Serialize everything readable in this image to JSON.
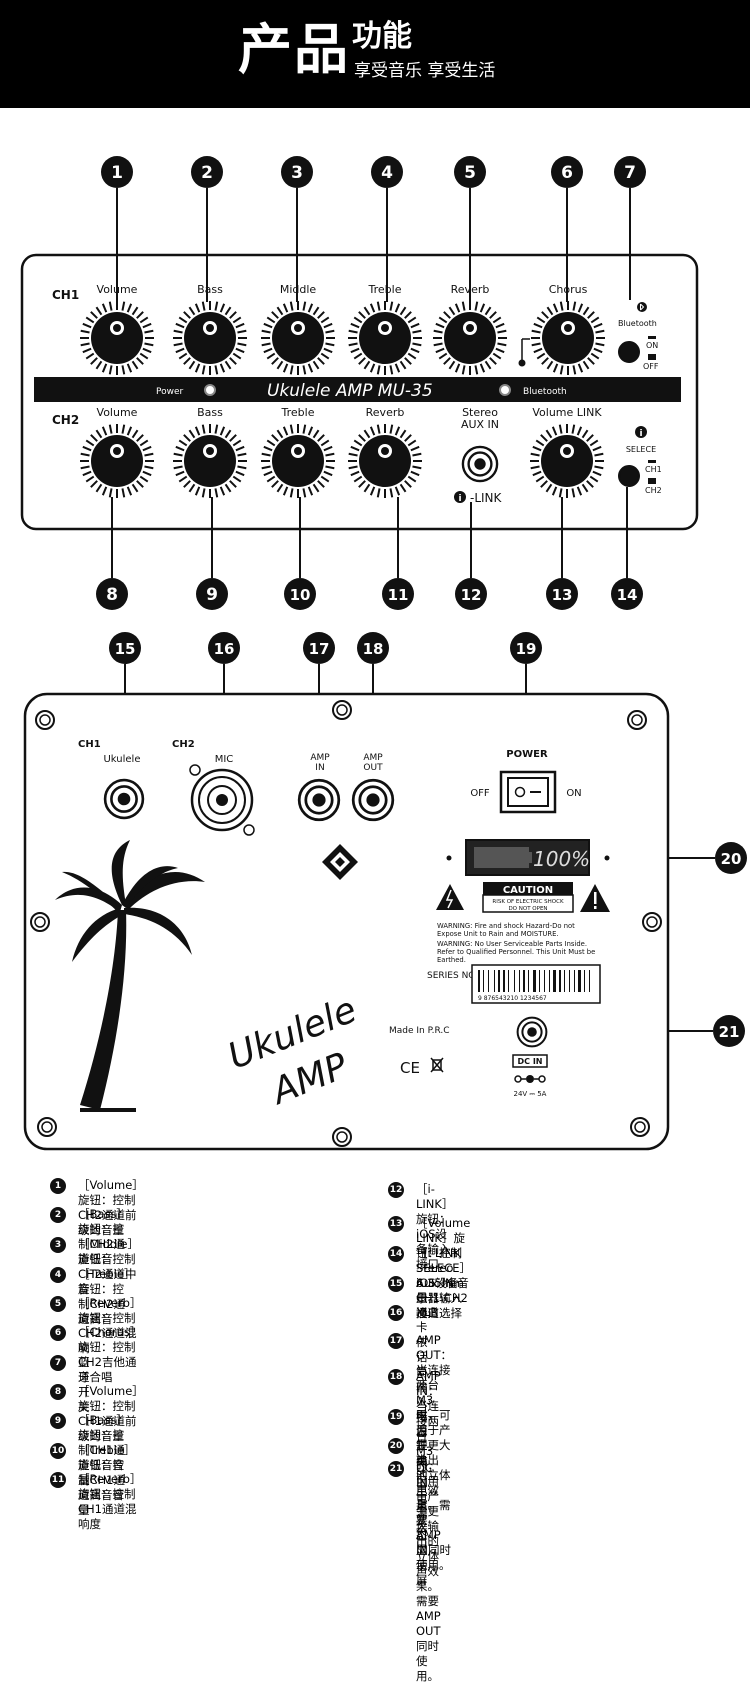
{
  "header": {
    "title_main": "产品",
    "title_sub": "功能",
    "slogan": "享受音乐 享受生活"
  },
  "colors": {
    "background": "#ffffff",
    "ink": "#111111",
    "header_bg": "#000000"
  },
  "top_panel": {
    "ch1_label": "CH1",
    "ch2_label": "CH2",
    "ch1_knobs": [
      "Volume",
      "Bass",
      "Middle",
      "Treble",
      "Reverb",
      "Chorus"
    ],
    "ch2_knobs": [
      "Volume",
      "Bass",
      "Treble",
      "Reverb"
    ],
    "stereo_label": "Stereo",
    "aux_label": "AUX IN",
    "ilink_label": "-LINK",
    "volume_link_label": "Volume LINK",
    "bluetooth_label": "Bluetooth",
    "on_label": "ON",
    "off_label": "OFF",
    "selece_label": "SELECE",
    "sel_ch1": "CH1",
    "sel_ch2": "CH2",
    "strip_power": "Power",
    "strip_title": "Ukulele AMP MU-35",
    "strip_bluetooth": "Bluetooth"
  },
  "callouts_top": [
    "1",
    "2",
    "3",
    "4",
    "5",
    "6",
    "7"
  ],
  "callouts_mid": [
    "8",
    "9",
    "10",
    "11",
    "12",
    "13",
    "14"
  ],
  "callouts_rear": [
    "15",
    "16",
    "17",
    "18",
    "19"
  ],
  "callouts_side": [
    "20",
    "21"
  ],
  "rear_panel": {
    "ch1_label": "CH1",
    "ch2_label": "CH2",
    "ukulele_label": "Ukulele",
    "mic_label": "MIC",
    "amp_in_1": "AMP",
    "amp_in_2": "IN",
    "amp_out_1": "AMP",
    "amp_out_2": "OUT",
    "power_label": "POWER",
    "off_label": "OFF",
    "on_label": "ON",
    "battery_display": "100%",
    "caution_title": "CAUTION",
    "caution_line1": "RISK OF ELECTRIC SHOCK",
    "caution_line2": "DO NOT OPEN",
    "warning1a": "WARNING: Fire and shock Hazard-Do not",
    "warning1b": "Expose Unit to Rain and MOISTURE.",
    "warning2a": "WARNING: No User Serviceable Parts Inside.",
    "warning2b": "Refer to Qualified Personnel. This Unit Must be",
    "warning2c": "Earthed.",
    "series_label": "SERIES NO.",
    "barcode_number": "9  876543210  1234567",
    "made_in": "Made In P.R.C",
    "ce_mark": "CE",
    "dc_in_label": "DC IN",
    "dc_spec": "24V ⎓ 5A",
    "logo_text_1": "Ukulele",
    "logo_text_2": "AMP"
  },
  "legend_left": [
    {
      "n": "1",
      "text": "［Volume］旋钮：控制CH2通道前级的音量"
    },
    {
      "n": "2",
      "text": "［Bass］旋钮：控制CH2通道低音"
    },
    {
      "n": "3",
      "text": "［Middle］旋钮：控制CH2通道中音"
    },
    {
      "n": "4",
      "text": "［Treble］旋钮：控制CH2通道高音"
    },
    {
      "n": "5",
      "text": "［Reverb］旋钮：控制CH2通道混响"
    },
    {
      "n": "6",
      "text": "［Chorus］旋钮：控制CH2吉他通道合唱"
    },
    {
      "n": "7",
      "text": "蓝牙开关"
    },
    {
      "n": "8",
      "text": "［Volume］旋钮：控制CH1通道前级的音量"
    },
    {
      "n": "9",
      "text": "［Bass］旋钮：控制CH1通道低音音量"
    },
    {
      "n": "10",
      "text": "［Treble］旋钮：控制CH1通道高音音量"
    },
    {
      "n": "11",
      "text": "［Reverb］旋钮：控制CH1通道混响度"
    }
  ],
  "legend_right": [
    {
      "n": "12",
      "text": "［i-LINK］旋钮：iOS设备输入接口"
    },
    {
      "n": "13",
      "text": "［Volume LINK］旋钮：控制Stereo Aux IN 音量"
    },
    {
      "n": "14",
      "text": "［i-LINK SELECE］iOS设备CH1\\CH2通道选择"
    },
    {
      "n": "15",
      "text": "6.35mm乐器输入接口"
    },
    {
      "n": "16",
      "text": "XLR卡侬话筒输入接口"
    },
    {
      "n": "17",
      "text": "AMP OUT：当连接两台M3时，可用于产生更大输出\n的立体声效果。需要   AMP IN同时使用。"
    },
    {
      "n": "18",
      "text": "AMP IN：当连接两台M3时，可用于产生更大输出的\n立体声效果。需要   AMP OUT同时使用。"
    },
    {
      "n": "19",
      "text": "电源开关"
    },
    {
      "n": "20",
      "text": "锂电池电量状态显示屏"
    },
    {
      "n": "21",
      "text": "DC IN电源接口"
    }
  ]
}
